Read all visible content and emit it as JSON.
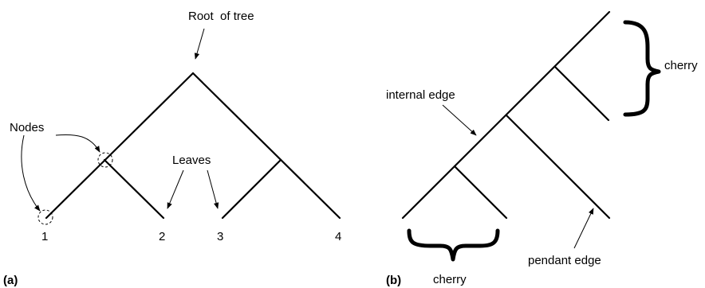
{
  "panel_a": {
    "label": "(a)",
    "root_label": "Root  of tree",
    "nodes_label": "Nodes",
    "leaves_label": "Leaves",
    "leaf_labels": [
      "1",
      "2",
      "3",
      "4"
    ]
  },
  "panel_b": {
    "label": "(b)",
    "internal_edge_label": "internal edge",
    "pendant_edge_label": "pendant edge",
    "cherry_top_label": "cherry",
    "cherry_bottom_label": "cherry"
  }
}
